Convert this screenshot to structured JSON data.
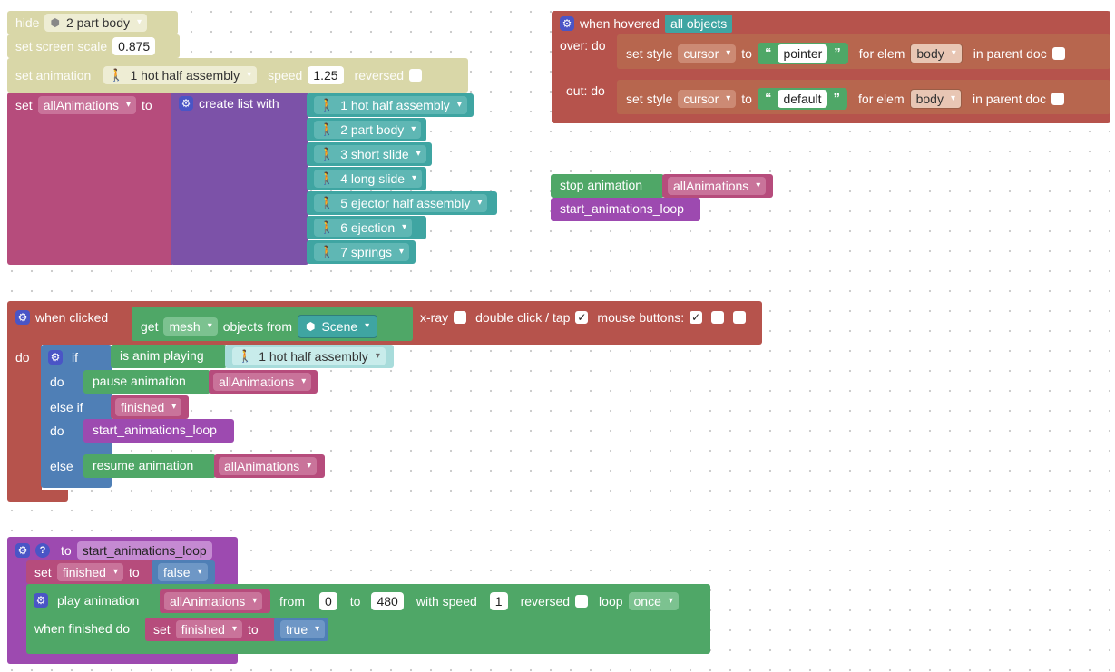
{
  "colors": {
    "hide_block": "#d9d7a8",
    "variable": "#b64c7c",
    "list": "#7c52a8",
    "animation_object": "#3fa5a2",
    "event": "#b6534c",
    "style": "#b7664e",
    "action_green": "#4fa767",
    "procedure": "#9d4ab0",
    "logic": "#4f7fb6"
  },
  "top_left": {
    "hide_label": "hide",
    "hide_object": "2 part body",
    "screen_scale_label": "set screen scale",
    "screen_scale_value": "0.875",
    "set_anim_label": "set animation",
    "set_anim_object": "1 hot half assembly",
    "speed_label": "speed",
    "speed_value": "1.25",
    "reversed_label": "reversed",
    "set_label": "set",
    "var_name": "allAnimations",
    "to_label": "to",
    "create_list_label": "create list with",
    "list_items": [
      "1 hot half assembly",
      "2 part body",
      "3 short slide",
      "4 long slide",
      "5 ejector half assembly",
      "6 ejection",
      "7 springs"
    ]
  },
  "hover": {
    "when_hovered_label": "when hovered",
    "target": "all objects",
    "over_label": "over: do",
    "out_label": "out: do",
    "set_style_label": "set style",
    "style_prop": "cursor",
    "to_label": "to",
    "over_value": "pointer",
    "out_value": "default",
    "for_elem_label": "for elem",
    "elem": "body",
    "in_parent_label": "in parent doc"
  },
  "stop_block": {
    "stop_label": "stop animation",
    "stop_var": "allAnimations",
    "call_loop": "start_animations_loop"
  },
  "click": {
    "when_clicked_label": "when clicked",
    "get_label": "get",
    "get_type": "mesh",
    "objects_from_label": "objects from",
    "scene": "Scene",
    "xray_label": "x-ray",
    "double_label": "double click / tap",
    "double_checked": "✓",
    "mouse_label": "mouse buttons:",
    "mouse1": "✓",
    "do_label": "do",
    "if_label": "if",
    "is_playing_label": "is anim playing",
    "is_playing_object": "1 hot half assembly",
    "do2_label": "do",
    "pause_label": "pause animation",
    "pause_var": "allAnimations",
    "else_if_label": "else if",
    "finished_var": "finished",
    "do3_label": "do",
    "start_loop": "start_animations_loop",
    "else_label": "else",
    "resume_label": "resume animation",
    "resume_var": "allAnimations"
  },
  "proc": {
    "to_label": "to",
    "name": "start_animations_loop",
    "set_label": "set",
    "finished_var": "finished",
    "to2_label": "to",
    "false_value": "false",
    "play_label": "play animation",
    "play_var": "allAnimations",
    "from_label": "from",
    "from_value": "0",
    "to3_label": "to",
    "to_value": "480",
    "speed_label": "with speed",
    "speed_value": "1",
    "reversed_label": "reversed",
    "loop_label": "loop",
    "loop_value": "once",
    "when_finished_label": "when finished do",
    "set2_label": "set",
    "finished2_var": "finished",
    "to4_label": "to",
    "true_value": "true"
  }
}
